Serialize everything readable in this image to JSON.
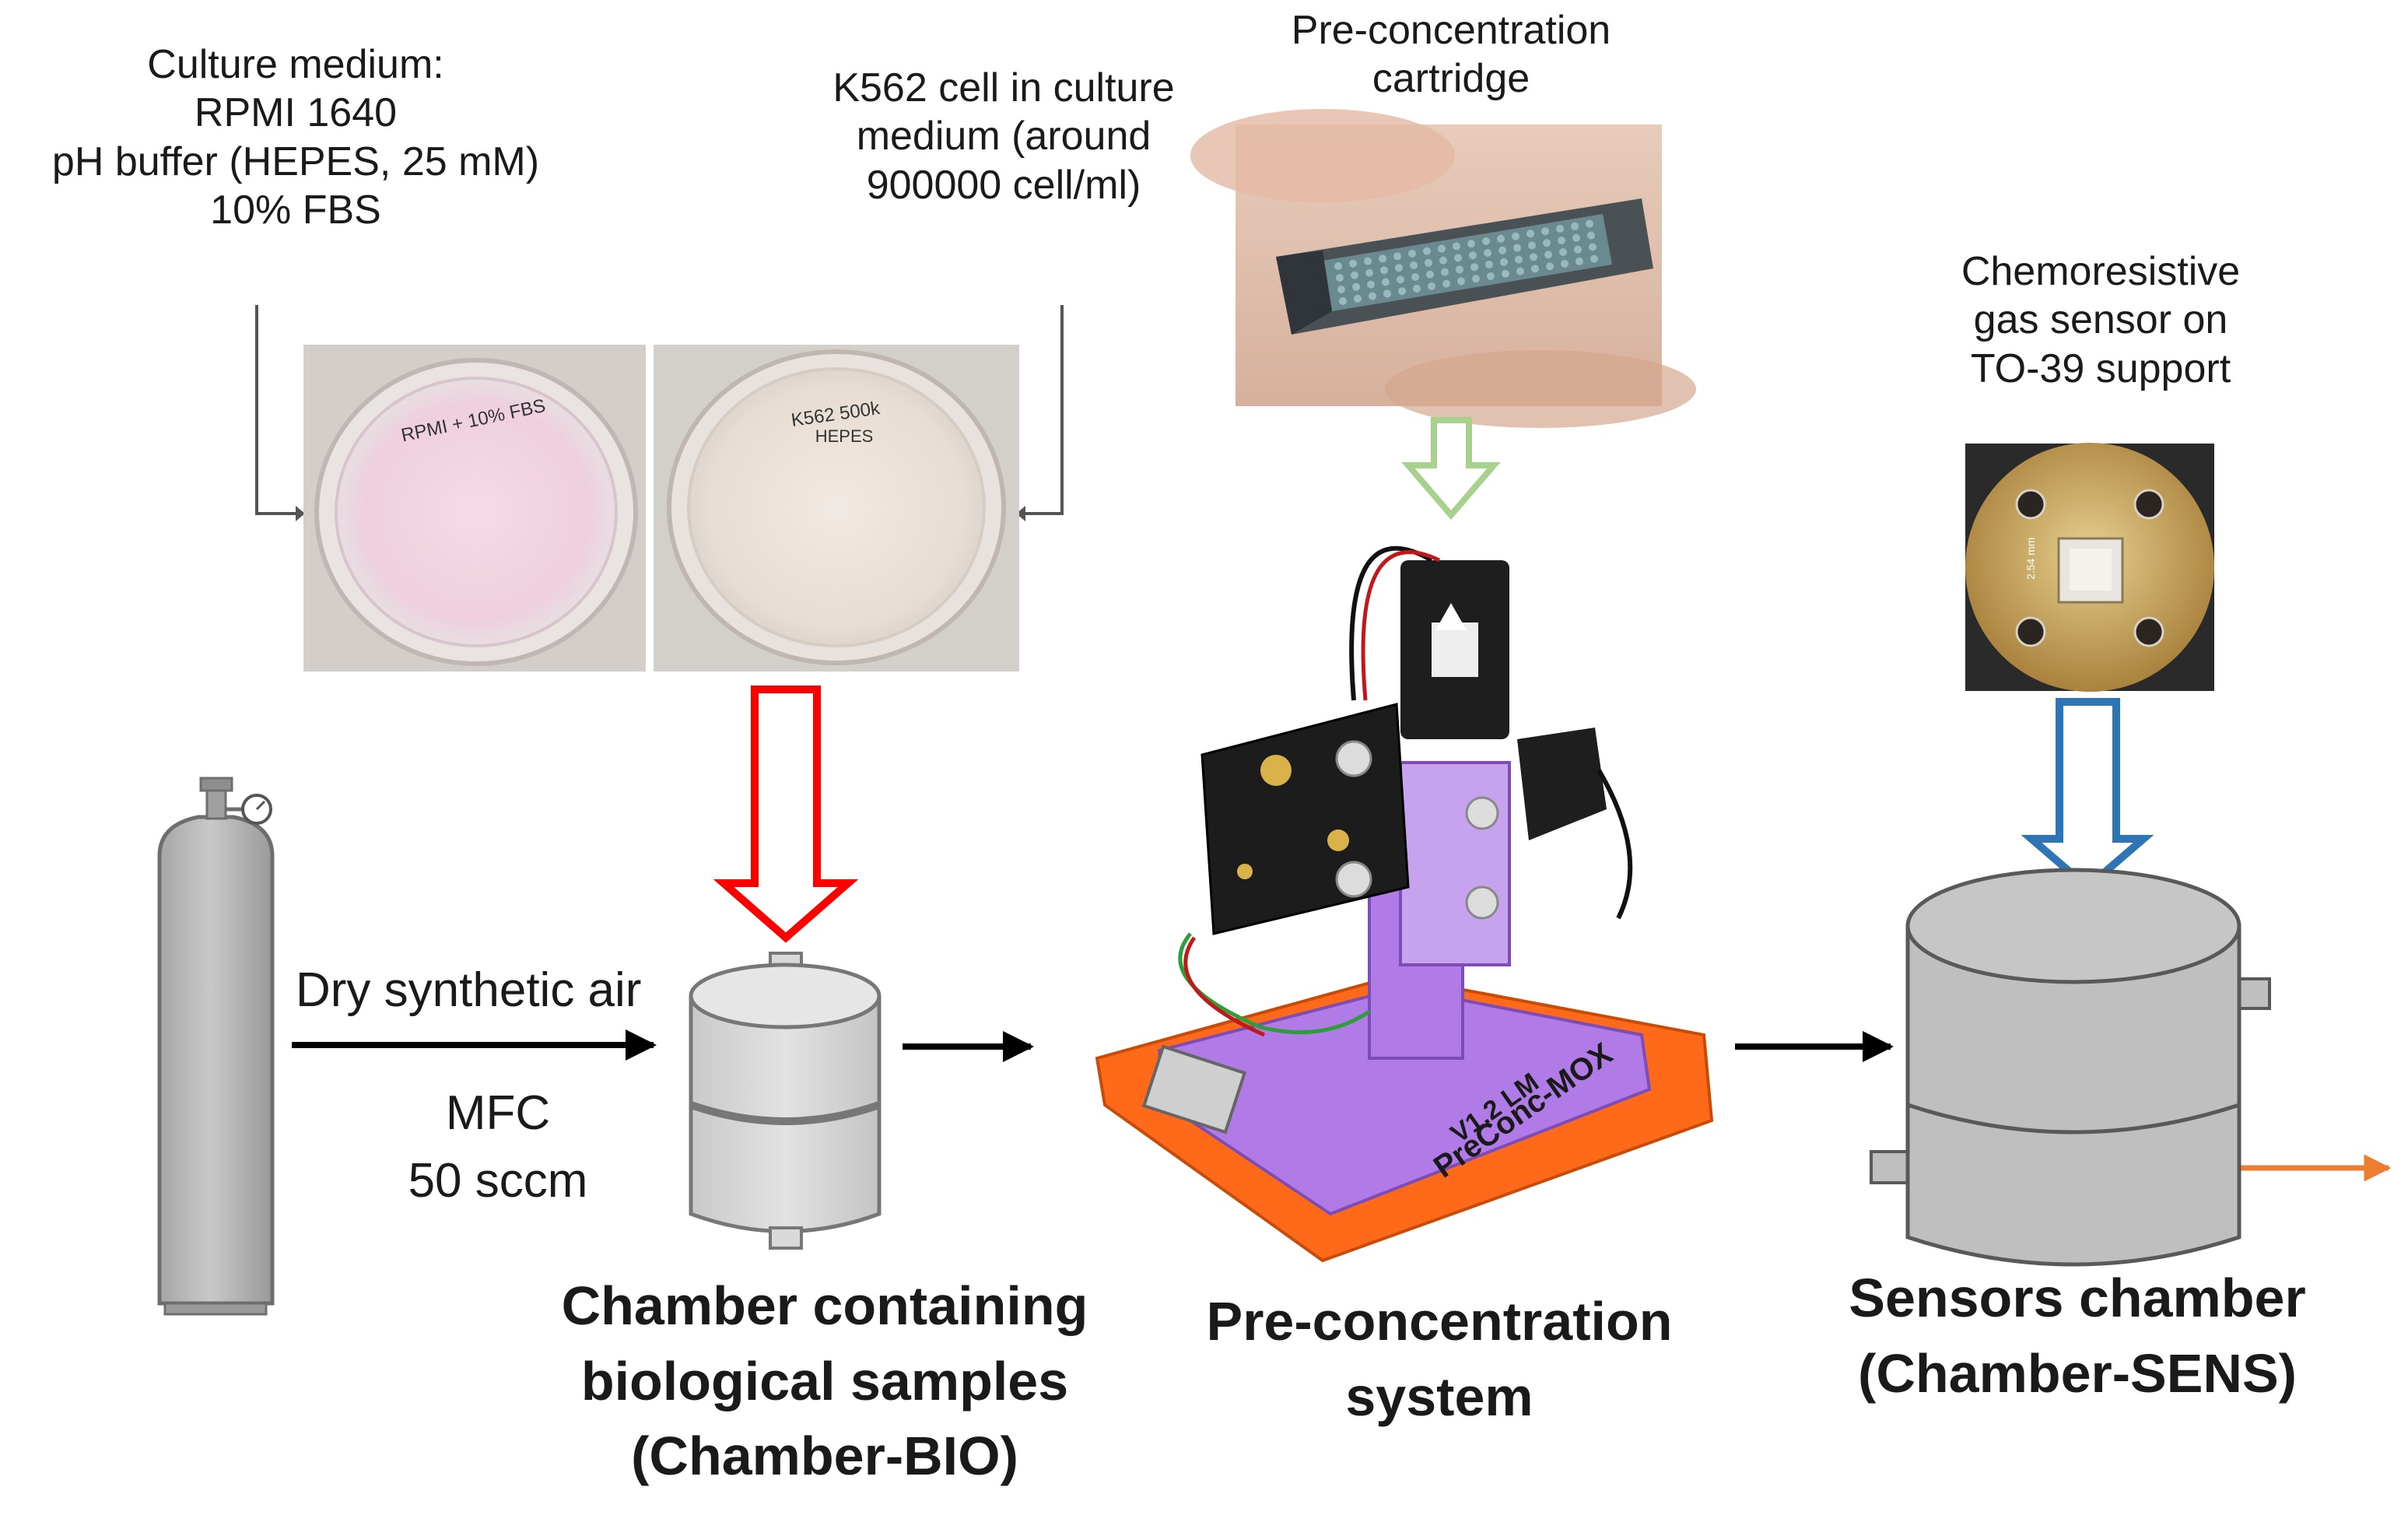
{
  "labels": {
    "culture_medium": "Culture medium:\nRPMI 1640\npH buffer (HEPES, 25 mM)\n10% FBS",
    "k562_cell": "K562 cell in culture\nmedium (around\n900000 cell/ml)",
    "preconc_cartridge": "Pre-concentration\ncartridge",
    "chemoresistive": "Chemoresistive\ngas sensor on\nTO-39 support",
    "dry_air": "Dry synthetic air",
    "mfc": "MFC\n50 sccm",
    "chamber_bio": "Chamber containing\nbiological samples\n(Chamber-BIO)",
    "preconc_system": "Pre-concentration\nsystem",
    "sensors_chamber": "Sensors chamber\n(Chamber-SENS)"
  },
  "photo_text": {
    "dish_left": "RPMI + 10% FBS",
    "dish_right_line1": "K562 500k",
    "dish_right_line2": "HEPES",
    "board_label": "PreConc-MOX",
    "board_version": "V1.2 LM",
    "sensor_scale": "2.54 mm"
  },
  "colors": {
    "red_arrow": "#ff0000",
    "green_arrow": "#a9d18e",
    "blue_arrow": "#2e75b6",
    "orange_arrow": "#ed7d31",
    "flow_arrow": "#000000",
    "board_orange": "#ff6a1a",
    "board_purple": "#b07be6",
    "chamber_grey": "#bfbfbf"
  },
  "icons": [
    "gas-cylinder-icon",
    "pressure-gauge-icon"
  ]
}
